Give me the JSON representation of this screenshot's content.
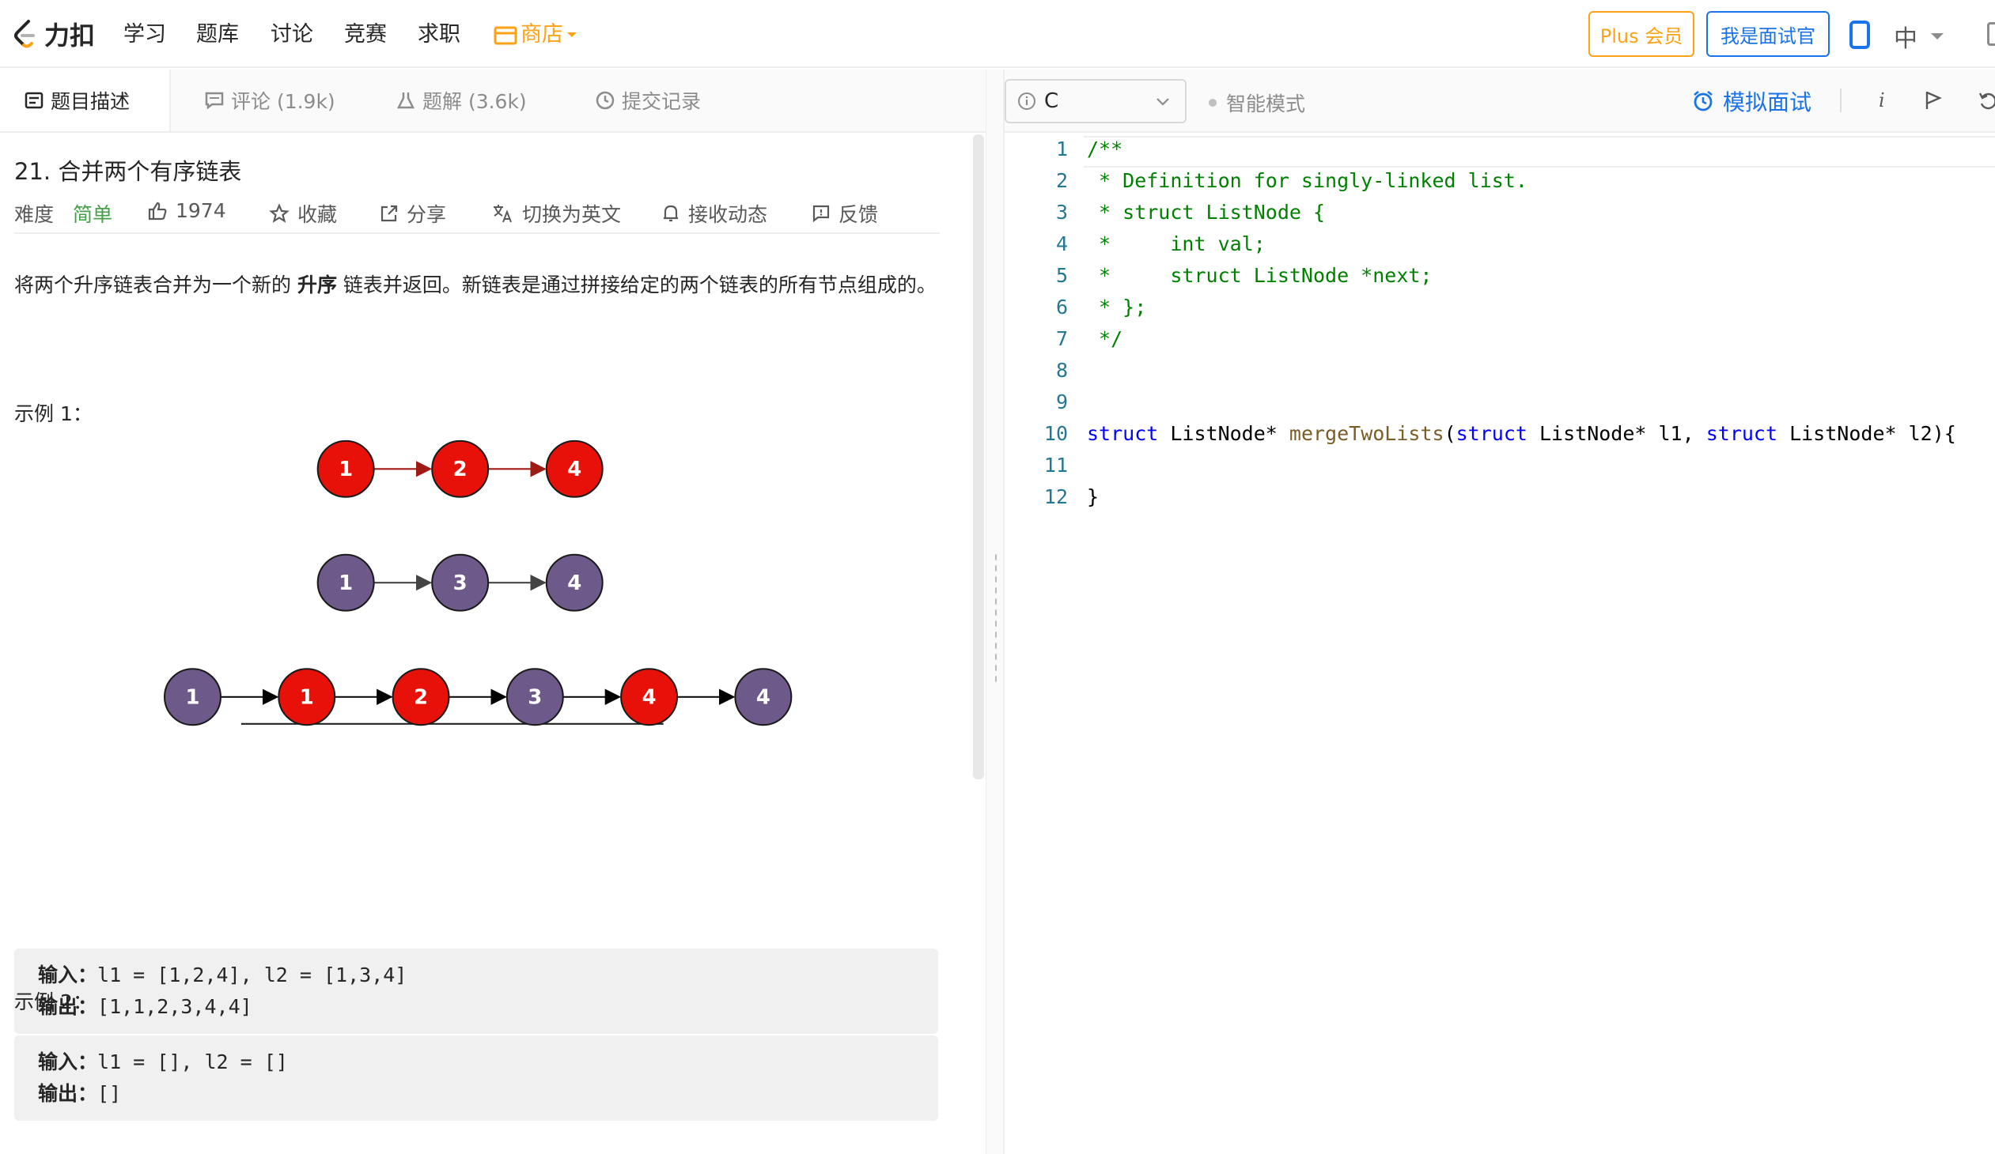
{
  "nav": {
    "brand": "力扣",
    "items": [
      "学习",
      "题库",
      "讨论",
      "竞赛",
      "求职"
    ],
    "store": "商店",
    "plus": "Plus 会员",
    "interviewer": "我是面试官",
    "lang": "中"
  },
  "left_tabs": [
    {
      "label": "题目描述",
      "icon": "description-icon"
    },
    {
      "label": "评论 (1.9k)",
      "icon": "comment-icon"
    },
    {
      "label": "题解 (3.6k)",
      "icon": "flask-icon"
    },
    {
      "label": "提交记录",
      "icon": "clock-icon"
    }
  ],
  "problem": {
    "title": "21. 合并两个有序链表",
    "difficulty_label": "难度",
    "difficulty_value": "简单",
    "likes": "1974",
    "favorite": "收藏",
    "share": "分享",
    "switch_lang": "切换为英文",
    "follow": "接收动态",
    "feedback": "反馈",
    "desc_part1": "将两个升序链表合并为一个新的 ",
    "desc_bold": "升序",
    "desc_part2": " 链表并返回。新链表是通过拼接给定的两个链表的所有节点组成的。",
    "example1_label": "示例 1：",
    "example1_input_key": "输入：",
    "example1_input": "l1 = [1,2,4], l2 = [1,3,4]",
    "example1_output_key": "输出：",
    "example1_output": "[1,1,2,3,4,4]",
    "example2_label": "示例 2：",
    "example2_input_key": "输入：",
    "example2_input": "l1 = [], l2 = []",
    "example2_output_key": "输出：",
    "example2_output": "[]"
  },
  "diagram": {
    "list1": [
      1,
      2,
      4
    ],
    "list2": [
      1,
      3,
      4
    ],
    "merged": [
      1,
      1,
      2,
      3,
      4,
      4
    ],
    "merged_colors": [
      "purple",
      "red",
      "red",
      "purple",
      "red",
      "purple"
    ],
    "red": "#e8110a",
    "purple": "#6e5a8a"
  },
  "editor": {
    "language": "C",
    "smart_mode": "智能模式",
    "mock_interview": "模拟面试",
    "line_numbers": [
      "1",
      "2",
      "3",
      "4",
      "5",
      "6",
      "7",
      "8",
      "9",
      "10",
      "11",
      "12"
    ]
  },
  "colors": {
    "accent": "#1a73e8",
    "orange": "#ffa116",
    "easy": "#43a047"
  }
}
